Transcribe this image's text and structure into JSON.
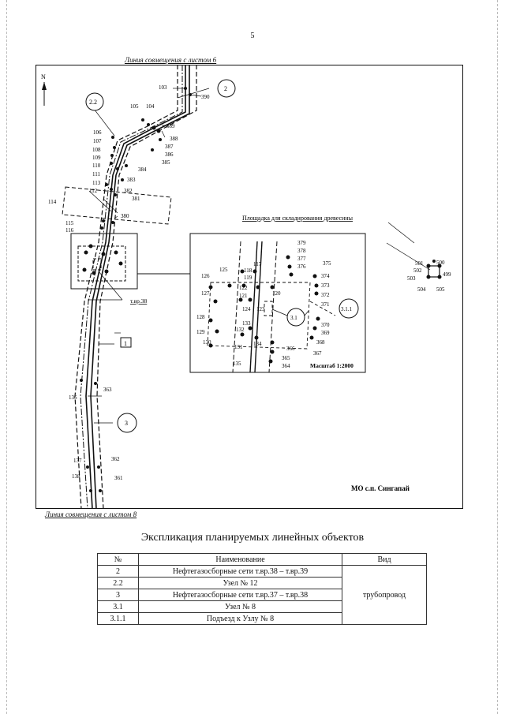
{
  "page_number": "5",
  "top_match_line": "Линия совмещения с листом 6",
  "bottom_match_line": "Линия совмещения с листом 8",
  "map": {
    "north_symbol": "N",
    "storage_label": "Площадка для складирования древесины",
    "tv_label": "т.вр.38",
    "scale_label": "Масштаб 1:2000",
    "municipality": "МО с.п. Сингапай",
    "circles": [
      "2",
      "2.2",
      "3",
      "3.1",
      "3.1.1"
    ],
    "box_label": "1",
    "points": {
      "p103": "103",
      "p390": "390",
      "p105": "105",
      "p104": "104",
      "p389": "389",
      "p388": "388",
      "p387": "387",
      "p386": "386",
      "p385": "385",
      "p106": "106",
      "p107": "107",
      "p108": "108",
      "p109": "109",
      "p110": "110",
      "p384": "384",
      "p383": "383",
      "p111": "111",
      "p113": "113",
      "p112": "112",
      "p382": "382",
      "p381": "381",
      "p114": "114",
      "p380": "380",
      "p115": "115",
      "p116": "116",
      "p136": "136",
      "p363": "363",
      "p137": "137",
      "p362": "362",
      "p138": "138",
      "p361": "361",
      "p501": "501",
      "p500": "500",
      "p502": "502",
      "p503": "503",
      "p499": "499",
      "p504": "504",
      "p505": "505",
      "i117": "117",
      "i118": "118",
      "i119": "119",
      "i379": "379",
      "i378": "378",
      "i377": "377",
      "i376": "376",
      "i375": "375",
      "i126": "126",
      "i125": "125",
      "i122": "122",
      "i121": "121",
      "i120": "120",
      "i374": "374",
      "i373": "373",
      "i127": "127",
      "i124": "124",
      "i123": "123",
      "i372": "372",
      "i371": "371",
      "i128": "128",
      "i133": "133",
      "i132": "132",
      "i370": "370",
      "i369": "369",
      "i368": "368",
      "i129": "129",
      "i130": "130",
      "i131": "131",
      "i134": "134",
      "i366": "366",
      "i367": "367",
      "i365": "365",
      "i364": "364",
      "i135": "135"
    }
  },
  "explication": {
    "title": "Экспликация планируемых линейных объектов",
    "headers": {
      "num": "№",
      "name": "Наименование",
      "type": "Вид"
    },
    "rows": [
      {
        "num": "2",
        "name": "Нефтегазосборные сети т.вр.38 – т.вр.39"
      },
      {
        "num": "2.2",
        "name": "Узел № 12"
      },
      {
        "num": "3",
        "name": "Нефтегазосборные сети т.вр.37 – т.вр.38"
      },
      {
        "num": "3.1",
        "name": "Узел № 8"
      },
      {
        "num": "3.1.1",
        "name": "Подъезд к Узлу № 8"
      }
    ],
    "type_value": "трубопровод"
  }
}
